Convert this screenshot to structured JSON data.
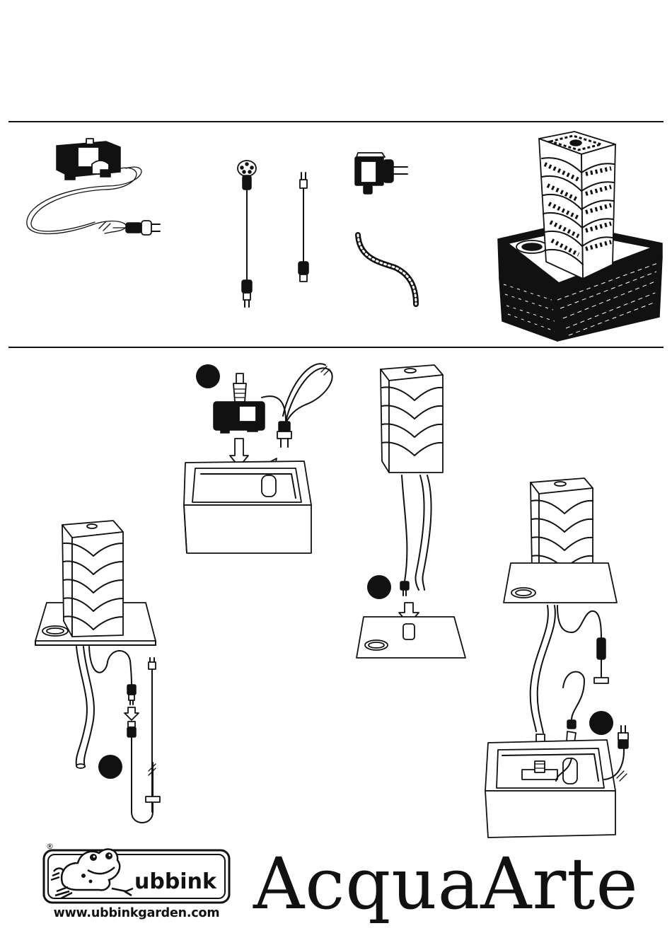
{
  "brand": {
    "name": "ubbink",
    "registered_mark": "®",
    "website": "www.ubbinkgarden.com"
  },
  "product": {
    "name": "AcquaArte"
  },
  "parts": [
    "pump-with-plug",
    "led-light-cable",
    "extension-cable",
    "transformer",
    "flexible-hose",
    "fountain-assembled"
  ],
  "steps": [
    "step-1",
    "step-2",
    "step-3",
    "step-4"
  ],
  "colors": {
    "ink": "#111111",
    "paper": "#ffffff"
  }
}
